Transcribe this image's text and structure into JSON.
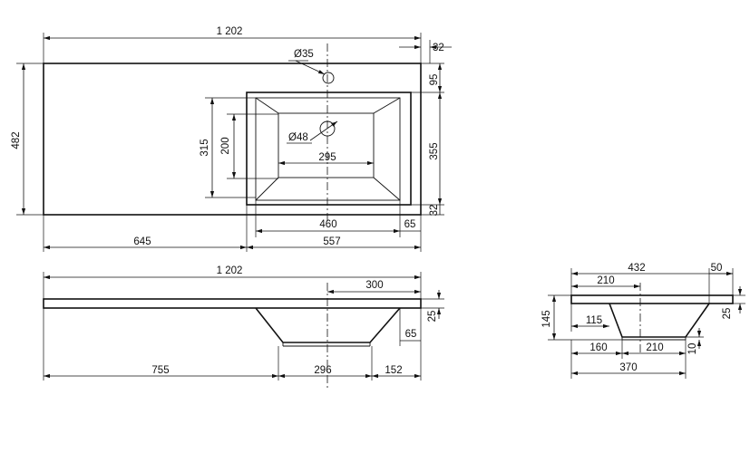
{
  "labels": {
    "top_total_width": "1 202",
    "top_right_offset": "32",
    "top_height": "482",
    "tap_hole_diameter": "Ø35",
    "tap_offset": "95",
    "drain_diameter": "Ø48",
    "basin_outer_height": "315",
    "basin_inner_height": "200",
    "basin_inner_width": "295",
    "basin_depth_height": "355",
    "basin_bottom_offset": "32",
    "basin_outer_width": "460",
    "basin_right_margin": "65",
    "left_section": "645",
    "right_section": "557",
    "front_total_width": "1 202",
    "front_drain_offset": "300",
    "front_thickness": "25",
    "front_bowl_right": "65",
    "front_left_section": "755",
    "front_bowl_width": "296",
    "front_right_section": "152",
    "side_width": "432",
    "side_offset": "50",
    "side_drain_offset": "210",
    "side_height": "145",
    "side_thickness": "25",
    "side_bowl_start": "115",
    "side_bottom_left": "160",
    "side_bottom_width": "210",
    "side_bottom_thickness": "10",
    "side_total_bottom": "370"
  }
}
